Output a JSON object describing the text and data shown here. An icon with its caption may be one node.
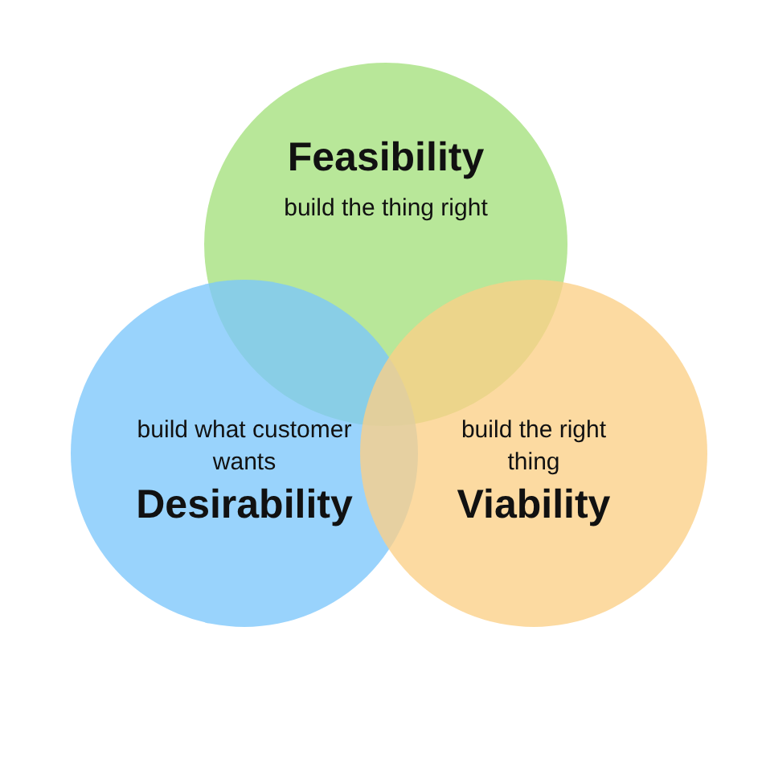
{
  "diagram": {
    "nodes": [
      {
        "text": [
          "Feasibility",
          "build the thing right"
        ]
      },
      {
        "text": [
          "build what customer wants",
          "Desirability"
        ]
      },
      {
        "text": [
          "build the right thing",
          "Viability"
        ]
      }
    ]
  }
}
